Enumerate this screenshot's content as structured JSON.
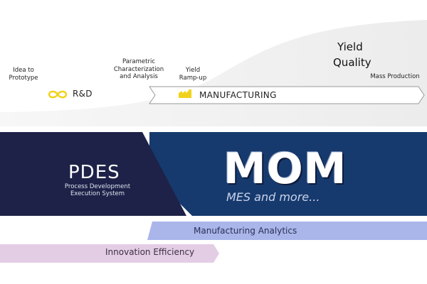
{
  "stages": {
    "idea_to_prototype": "Idea to\nPrototype",
    "parametric": "Parametric\nCharacterization\nand Analysis",
    "yield_rampup": "Yield\nRamp-up",
    "yield": "Yield",
    "quality": "Quality",
    "mass_production": "Mass Production"
  },
  "phases": {
    "rd_label": "R&D",
    "manufacturing_label": "MANUFACTURING"
  },
  "pdes": {
    "title": "PDES",
    "subtitle": "Process Development\nExecution System"
  },
  "mom": {
    "title": "MOM",
    "subtitle": "MES and more..."
  },
  "bars": {
    "analytics": "Manufacturing Analytics",
    "innovation": "Innovation Efficiency"
  },
  "colors": {
    "pdes_navy": "#1e2248",
    "mom_blue": "#163a6e",
    "analytics_bar": "#aab6ea",
    "innovation_bar": "#e3cde4",
    "accent_yellow": "#f1d21b"
  },
  "icons": {
    "rd": "infinity-icon",
    "manufacturing": "factory-icon"
  }
}
